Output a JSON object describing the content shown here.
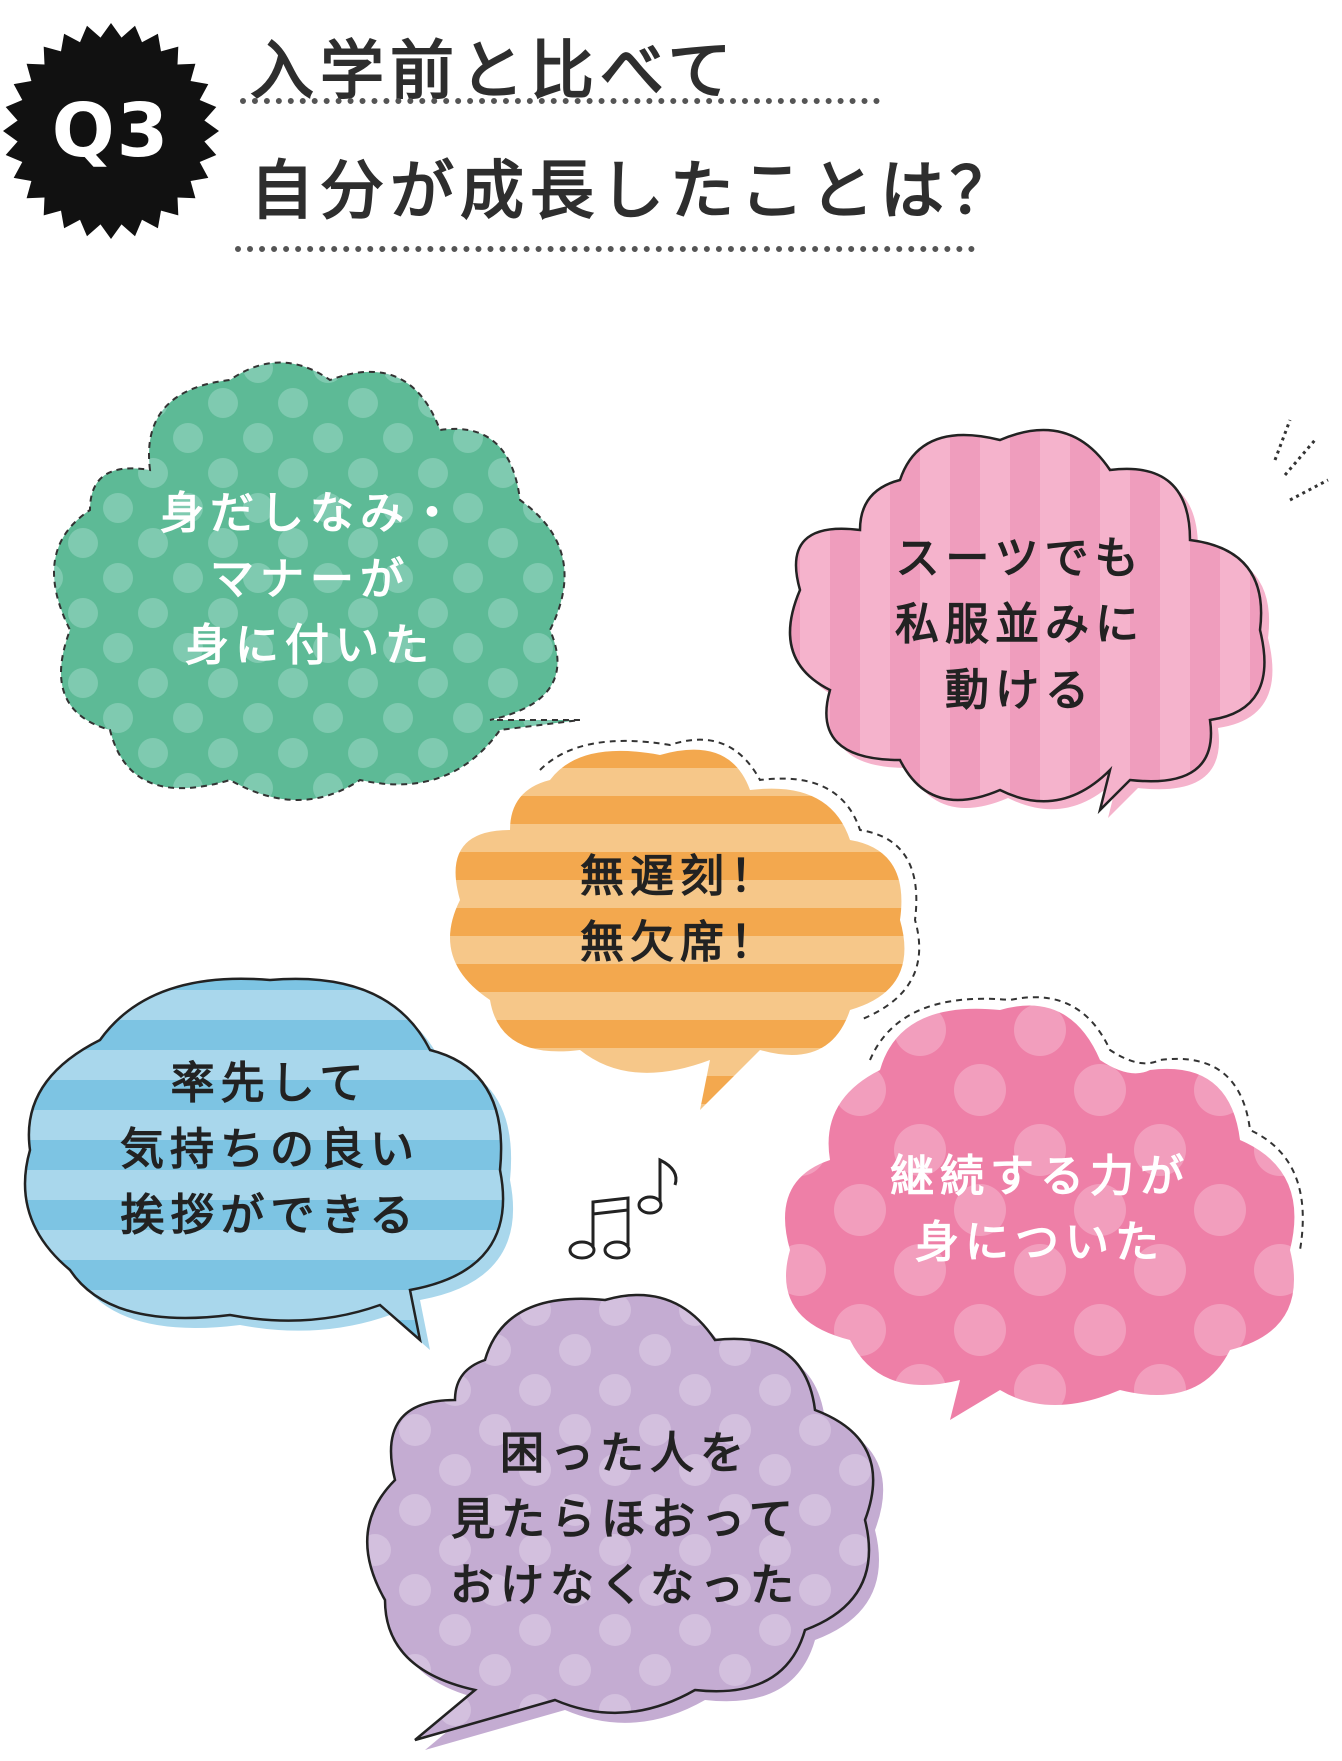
{
  "header": {
    "badge": "Q3",
    "title_line1": "入学前と比べて",
    "title_line2": "自分が成長したことは？"
  },
  "bubbles": {
    "green": {
      "lines": [
        "身だしなみ・",
        "マナーが",
        "身に付いた"
      ]
    },
    "pink_striped": {
      "lines": [
        "スーツでも",
        "私服並みに",
        "動ける"
      ]
    },
    "orange": {
      "lines": [
        "無遅刻！",
        "無欠席！"
      ]
    },
    "blue": {
      "lines": [
        "率先して",
        "気持ちの良い",
        "挨拶ができる"
      ]
    },
    "pink_dots": {
      "lines": [
        "継続する力が",
        "身についた"
      ]
    },
    "purple": {
      "lines": [
        "困った人を",
        "見たらほおって",
        "おけなくなった"
      ]
    }
  },
  "colors": {
    "green": "#5dba96",
    "pink_light": "#f5b3cc",
    "pink_stripe": "#ef9dbd",
    "orange": "#f5b866",
    "orange_stripe": "#f3a84e",
    "blue": "#a9d7ec",
    "blue_stripe": "#7dc4e3",
    "pink_dots": "#ee7fa7",
    "purple": "#c4acd2",
    "badge": "#111111"
  },
  "decorations": {
    "notes_icon": "music-notes-icon",
    "sparkle_icon": "sparkle-lines-icon"
  }
}
